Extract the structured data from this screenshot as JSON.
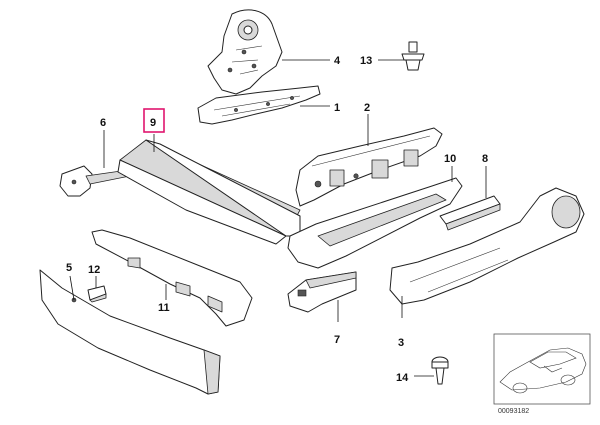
{
  "callouts": {
    "c1": "1",
    "c2": "2",
    "c3": "3",
    "c4": "4",
    "c5": "5",
    "c6": "6",
    "c7": "7",
    "c8": "8",
    "c9": "9",
    "c10": "10",
    "c11": "11",
    "c12": "12",
    "c13": "13",
    "c14": "14"
  },
  "highlighted_callout": "9",
  "catalog_number": "00093182",
  "colors": {
    "highlight": "#e0156e",
    "line": "#222222",
    "shade": "#d9d9d9"
  }
}
